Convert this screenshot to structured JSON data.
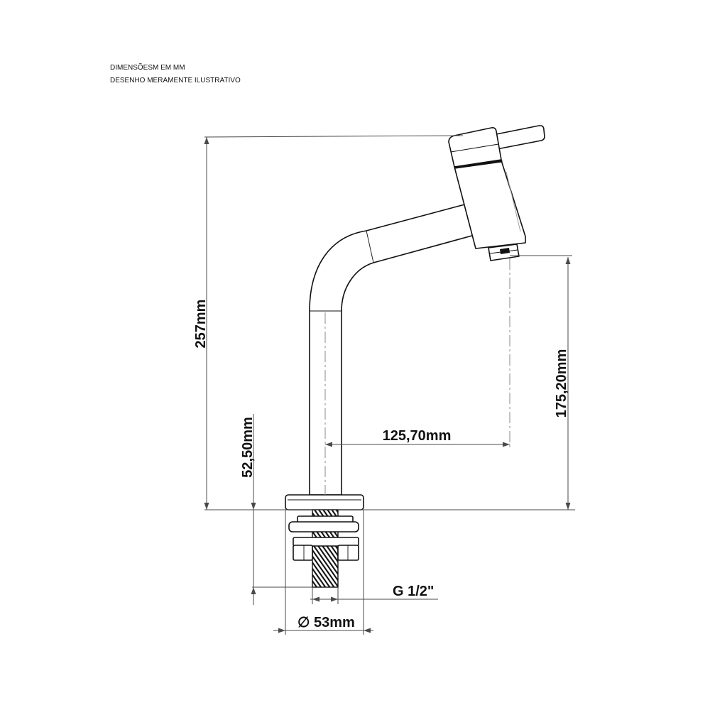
{
  "notes": {
    "units": "DIMENSÕESM EM MM",
    "illustrative": "DESENHO MERAMENTE ILUSTRATIVO"
  },
  "dimensions": {
    "overall_height": "257mm",
    "spout_height": "175,20mm",
    "thread_length": "52,50mm",
    "spout_reach": "125,70mm",
    "thread_size": "G 1/2\"",
    "base_diameter": "∅ 53mm"
  },
  "colors": {
    "outline": "#111111",
    "dimension": "#4a4a4a",
    "text": "#111111",
    "background": "#ffffff"
  }
}
